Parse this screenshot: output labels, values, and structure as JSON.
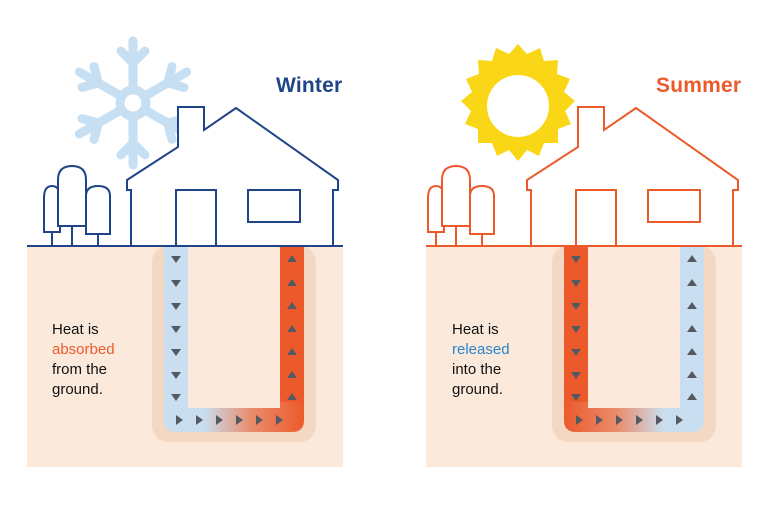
{
  "panels": [
    {
      "season": "Winter",
      "caption_lines": [
        "Heat is",
        "absorbed",
        "from the",
        "ground."
      ],
      "highlight_color": "#ec5a2c",
      "line_color": "#1f4488",
      "sky_icon": "snowflake-icon",
      "down_pipe": "cold",
      "up_pipe": "hot"
    },
    {
      "season": "Summer",
      "caption_lines": [
        "Heat is",
        "released",
        "into the",
        "ground."
      ],
      "highlight_color": "#2b83c8",
      "line_color": "#ec5a2c",
      "sky_icon": "sun-icon",
      "down_pipe": "hot",
      "up_pipe": "cold"
    }
  ],
  "colors": {
    "ground": "#fbeadb",
    "ground_halo": "#f3d9c4",
    "pipe_cold": "#c9dff1",
    "pipe_hot": "#ec5a2c",
    "arrow": "#555a62",
    "snowflake": "#c6dff3",
    "sun": "#f9d717"
  }
}
